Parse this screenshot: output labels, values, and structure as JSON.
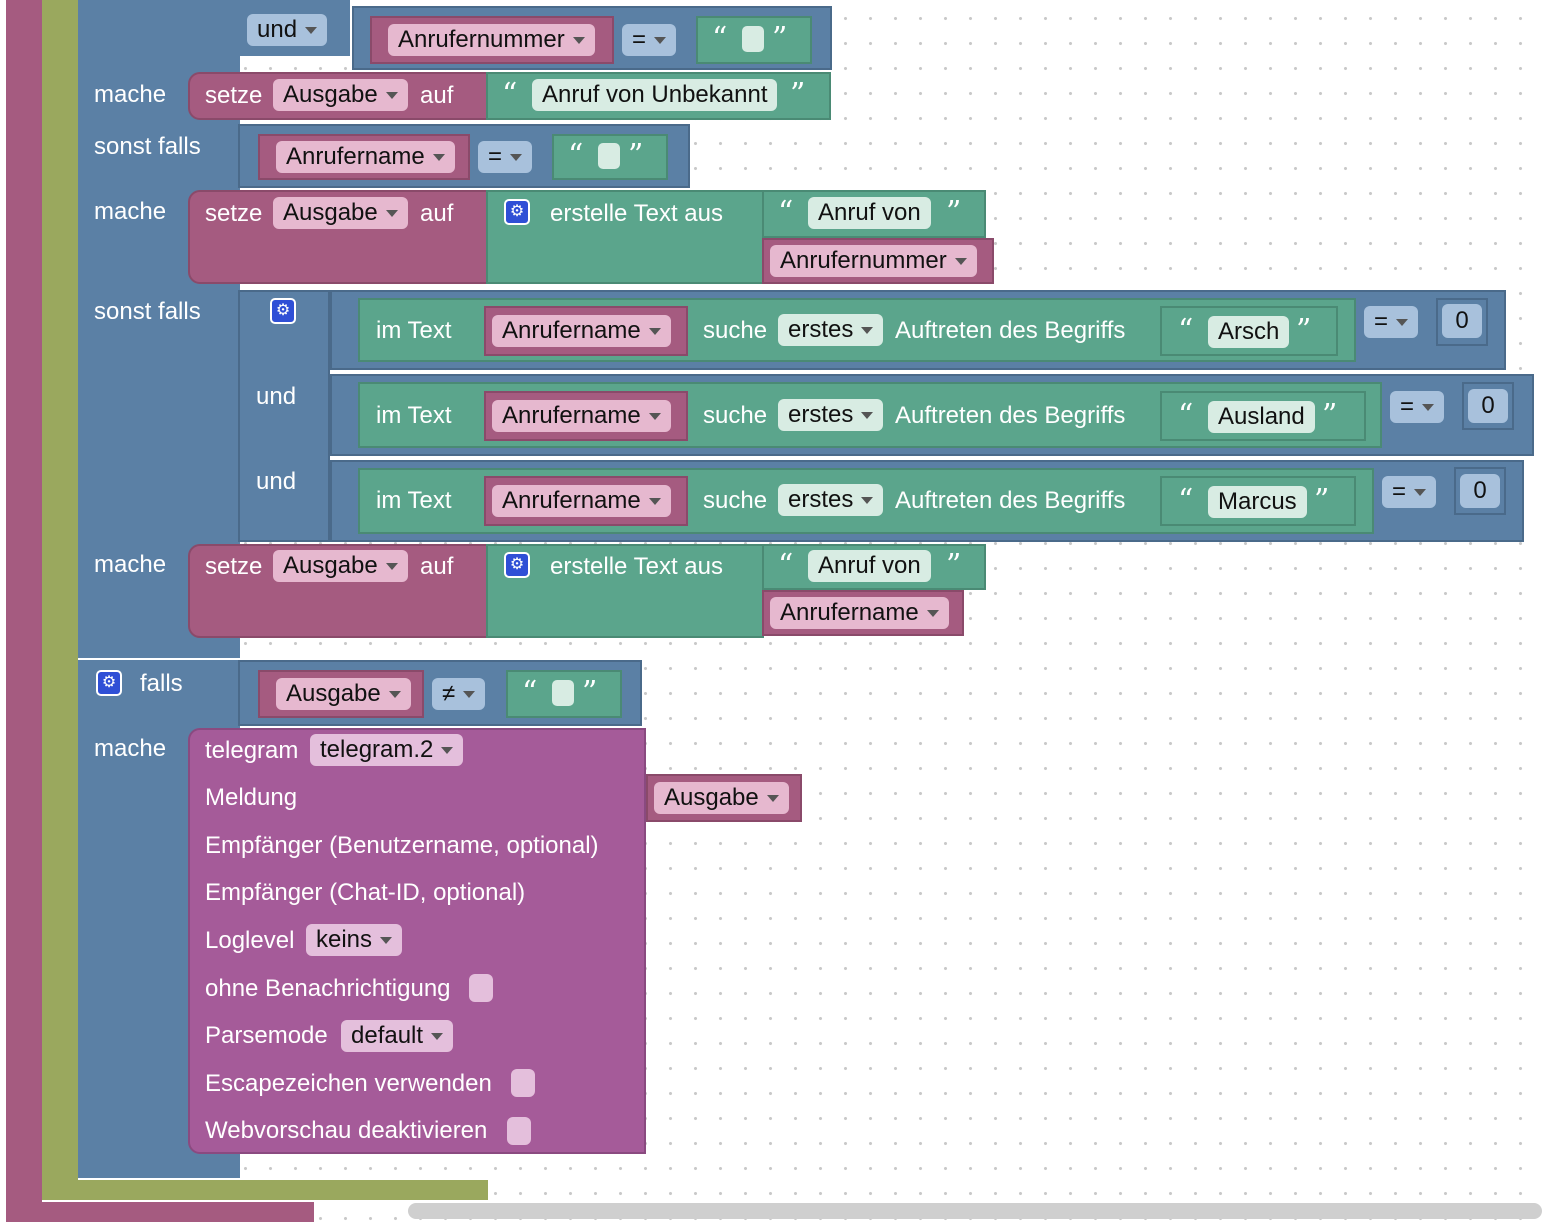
{
  "keywords": {
    "und": "und",
    "mache": "mache",
    "sonst_falls": "sonst falls",
    "falls": "falls",
    "setze": "setze",
    "auf": "auf",
    "erstelle_text_aus": "erstelle Text aus",
    "im_text": "im Text",
    "suche": "suche",
    "auftreten": "Auftreten des Begriffs",
    "open_quote": "“",
    "close_quote": "”"
  },
  "variables": {
    "anrufernummer": "Anrufernummer",
    "anrufername": "Anrufername",
    "ausgabe": "Ausgabe"
  },
  "operators": {
    "eq": "=",
    "neq": "≠",
    "erstes": "erstes"
  },
  "strings": {
    "anruf_unbekannt": "Anruf von Unbekannt",
    "anruf_von": "Anruf von",
    "arsch": "Arsch",
    "ausland": "Ausland",
    "marcus": "Marcus",
    "zero": "0"
  },
  "telegram": {
    "title": "telegram",
    "instance": "telegram.2",
    "meldung": "Meldung",
    "empfaenger_user": "Empfänger (Benutzername, optional)",
    "empfaenger_chat": "Empfänger (Chat-ID, optional)",
    "loglevel": "Loglevel",
    "loglevel_value": "keins",
    "ohne_benachrichtigung": "ohne Benachrichtigung",
    "parsemode": "Parsemode",
    "parsemode_value": "default",
    "escapezeichen": "Escapezeichen verwenden",
    "webvorschau": "Webvorschau deaktivieren"
  },
  "colors": {
    "logic": "#5b80a5",
    "text": "#5ba58c",
    "variables": "#a55b80",
    "telegram": "#a55b99",
    "outer_pink": "#a55b80",
    "outer_olive": "#9aa85e"
  }
}
